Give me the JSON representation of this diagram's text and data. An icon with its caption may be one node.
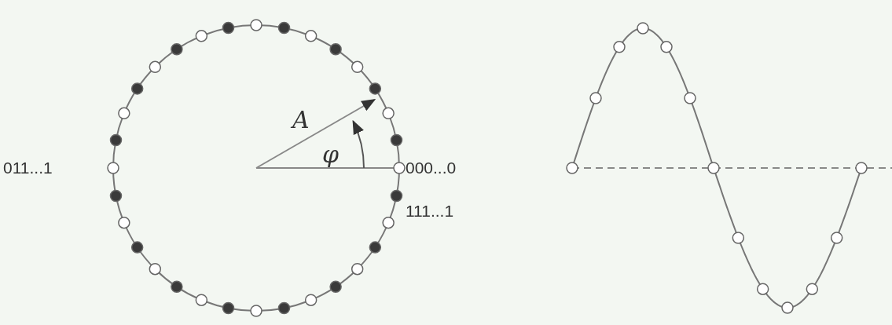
{
  "diagram": {
    "labels": [
      "A",
      "φ",
      "011...1",
      "000...0",
      "111...1"
    ]
  }
}
